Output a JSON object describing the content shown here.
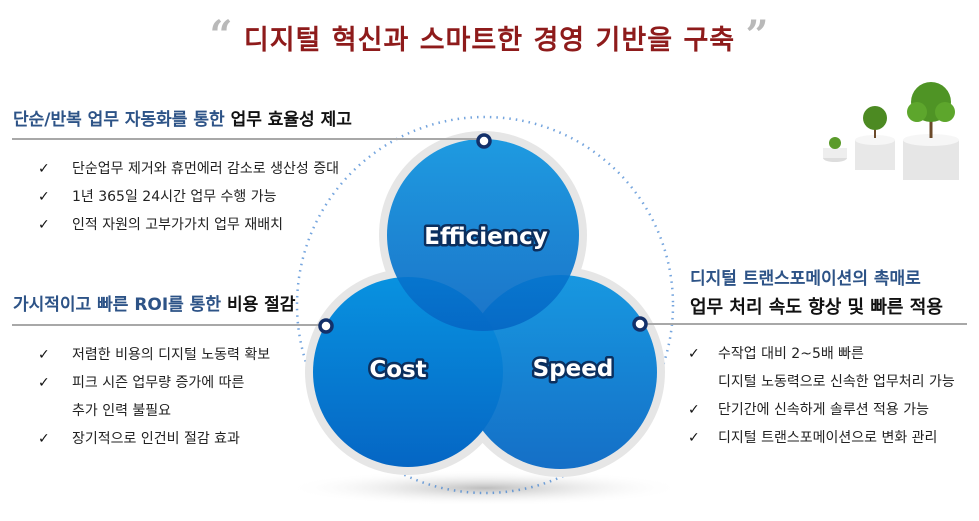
{
  "title": "디지털 혁신과 스마트한 경영 기반을 구축",
  "quote_open": "“",
  "quote_close": "”",
  "efficiency": {
    "heading_blue": "단순/반복 업무 자동화를 통한",
    "heading_dark": "업무 효율성 제고",
    "items": [
      "단순업무 제거와 휴먼에러 감소로 생산성 증대",
      "1년 365일 24시간 업무 수행 가능",
      "인적 자원의 고부가가치 업무 재배치"
    ]
  },
  "cost": {
    "heading_blue": "가시적이고 빠른 ROI를 통한",
    "heading_dark": "비용 절감",
    "items": [
      "저렴한 비용의 디지털 노동력 확보",
      "피크 시즌 업무량 증가에 따른",
      "추가 인력 불필요",
      "장기적으로 인건비 절감 효과"
    ]
  },
  "speed": {
    "heading_blue": "디지털 트랜스포메이션의 촉매로",
    "heading_dark": "업무 처리 속도 향상 및 빠른 적용",
    "items": [
      "수작업 대비 2~5배 빠른",
      "디지털 노동력으로 신속한 업무처리 가능",
      "단기간에 신속하게 솔루션 적용 가능",
      "디지털 트랜스포메이션으로 변화 관리"
    ]
  },
  "circles": {
    "efficiency": "Efficiency",
    "cost": "Cost",
    "speed": "Speed"
  },
  "check_mark": "✓",
  "colors": {
    "title": "#8e1b1b",
    "heading_blue": "#2d5387",
    "circle": "#0a7fd6",
    "dot": "#12306a"
  }
}
